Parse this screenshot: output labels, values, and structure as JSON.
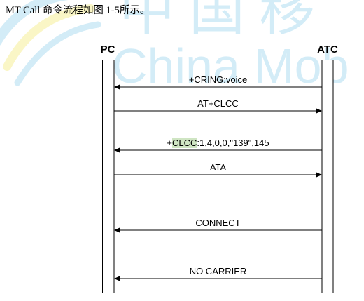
{
  "intro_text": "MT Call 命令流程如图 1-5所示。",
  "watermark": {
    "cn": "中国移",
    "en": "China Mob"
  },
  "lifelines": [
    {
      "label": "PC"
    },
    {
      "label": "ATC"
    }
  ],
  "messages": [
    {
      "from": 1,
      "to": 0,
      "segments": [
        {
          "text": "+CRING:voice"
        }
      ]
    },
    {
      "from": 0,
      "to": 1,
      "segments": [
        {
          "text": "AT+CLCC"
        }
      ]
    },
    {
      "from": 1,
      "to": 0,
      "segments": [
        {
          "text": "+"
        },
        {
          "text": "CLCC",
          "highlight": true
        },
        {
          "text": ":1,4,0,0,\"139\",145"
        }
      ]
    },
    {
      "from": 0,
      "to": 1,
      "segments": [
        {
          "text": "ATA"
        }
      ]
    },
    {
      "from": 1,
      "to": 0,
      "segments": [
        {
          "text": "CONNECT"
        }
      ]
    },
    {
      "from": 1,
      "to": 0,
      "segments": [
        {
          "text": "NO CARRIER"
        }
      ]
    }
  ],
  "colors": {
    "line": "#000000",
    "highlight": "#cfe5c3",
    "watermark": "#d3ecf7",
    "logo_blue": "#d3ecf7",
    "logo_yellow": "#faf6c6"
  }
}
